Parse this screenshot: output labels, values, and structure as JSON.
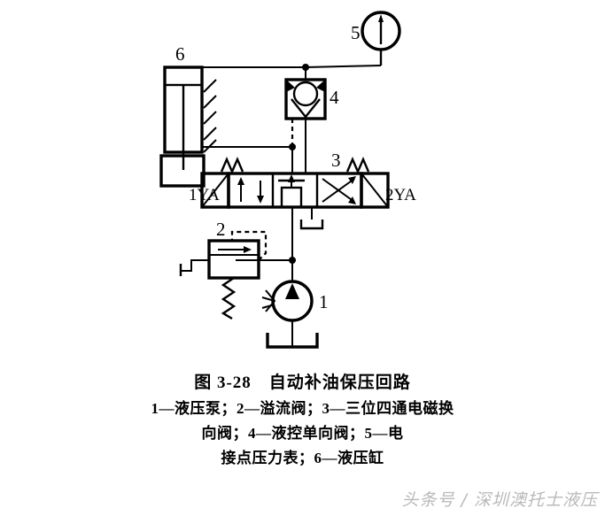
{
  "figure": {
    "title": "图 3-28　自动补油保压回路",
    "caption_lines": [
      "1—液压泵；2—溢流阀；3—三位四通电磁换",
      "向阀；4—液控单向阀；5—电",
      "接点压力表；6—液压缸"
    ],
    "watermark": "头条号 / 深圳澳托士液压",
    "colors": {
      "ink": "#000000",
      "background": "#ffffff",
      "watermark": "#b9b9b9"
    }
  },
  "components": {
    "cylinder": {
      "id": "6",
      "name": "液压缸"
    },
    "pilot_check_valve": {
      "id": "4",
      "name": "液控单向阀"
    },
    "pressure_gauge": {
      "id": "5",
      "name": "电接点压力表"
    },
    "directional_valve": {
      "id": "3",
      "name": "三位四通电磁换向阀",
      "solenoid_left": "1YA",
      "solenoid_right": "2YA"
    },
    "relief_valve": {
      "id": "2",
      "name": "溢流阀"
    },
    "pump": {
      "id": "1",
      "name": "液压泵"
    }
  }
}
